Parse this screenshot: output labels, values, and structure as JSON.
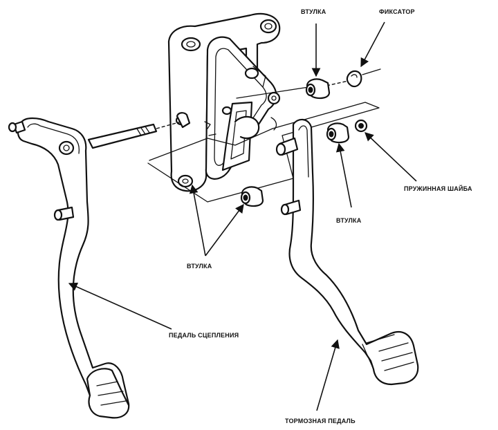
{
  "diagram": {
    "labels": {
      "bushing_top": "ВТУЛКА",
      "retainer": "ФИКСАТОР",
      "spring_washer": "ПРУЖИННАЯ ШАЙБА",
      "bushing_right": "ВТУЛКА",
      "bushing_center": "ВТУЛКА",
      "clutch_pedal": "ПЕДАЛЬ СЦЕПЛЕНИЯ",
      "brake_pedal": "ТОРМОЗНАЯ ПЕДАЛЬ"
    }
  },
  "colors": {
    "ink": "#111111",
    "paper": "#ffffff"
  }
}
